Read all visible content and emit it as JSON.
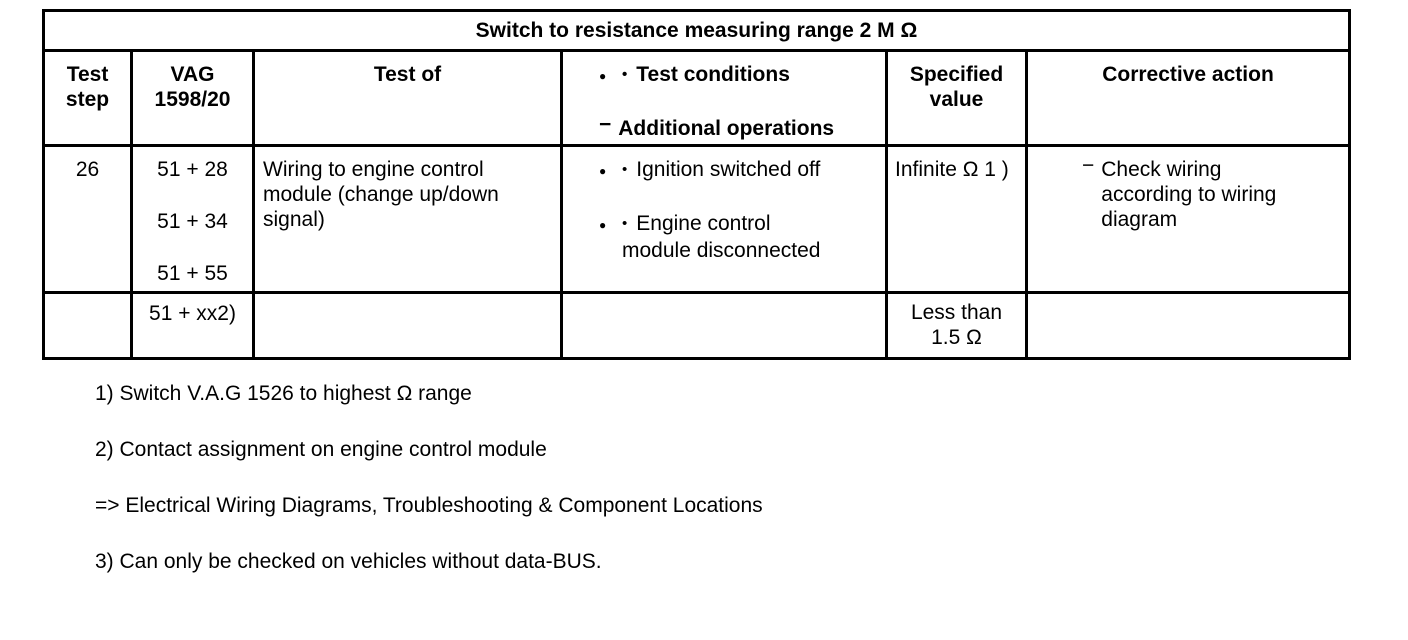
{
  "icons": {
    "bullet": "●",
    "dot": "•",
    "dash": "−"
  },
  "table": {
    "title": "Switch to resistance measuring range 2 M Ω",
    "header": {
      "test_step": "Test step",
      "vag": "VAG 1598/20",
      "test_of": "Test of",
      "conditions": "Test conditions",
      "operations": "Additional operations",
      "specified_value": "Specified value",
      "corrective_action": "Corrective action"
    },
    "row1": {
      "test_step": "26",
      "vag_lines": [
        "51 + 28",
        "51 + 34",
        "51 + 55"
      ],
      "test_of": "Wiring to engine control module (change up/down signal)",
      "conditions": [
        "Ignition switched off",
        "Engine control module disconnected"
      ],
      "specified_value": "Infinite Ω 1 )",
      "corrective_action": "Check wiring according to wiring diagram"
    },
    "row2": {
      "vag": "51 + xx2)",
      "specified_value_lines": [
        "Less than",
        "1.5 Ω"
      ]
    }
  },
  "footnotes": [
    "1) Switch V.A.G 1526 to highest Ω range",
    "2) Contact assignment on engine control module",
    "=> Electrical Wiring Diagrams, Troubleshooting & Component Locations",
    "3) Can only be checked on vehicles without data-BUS."
  ]
}
